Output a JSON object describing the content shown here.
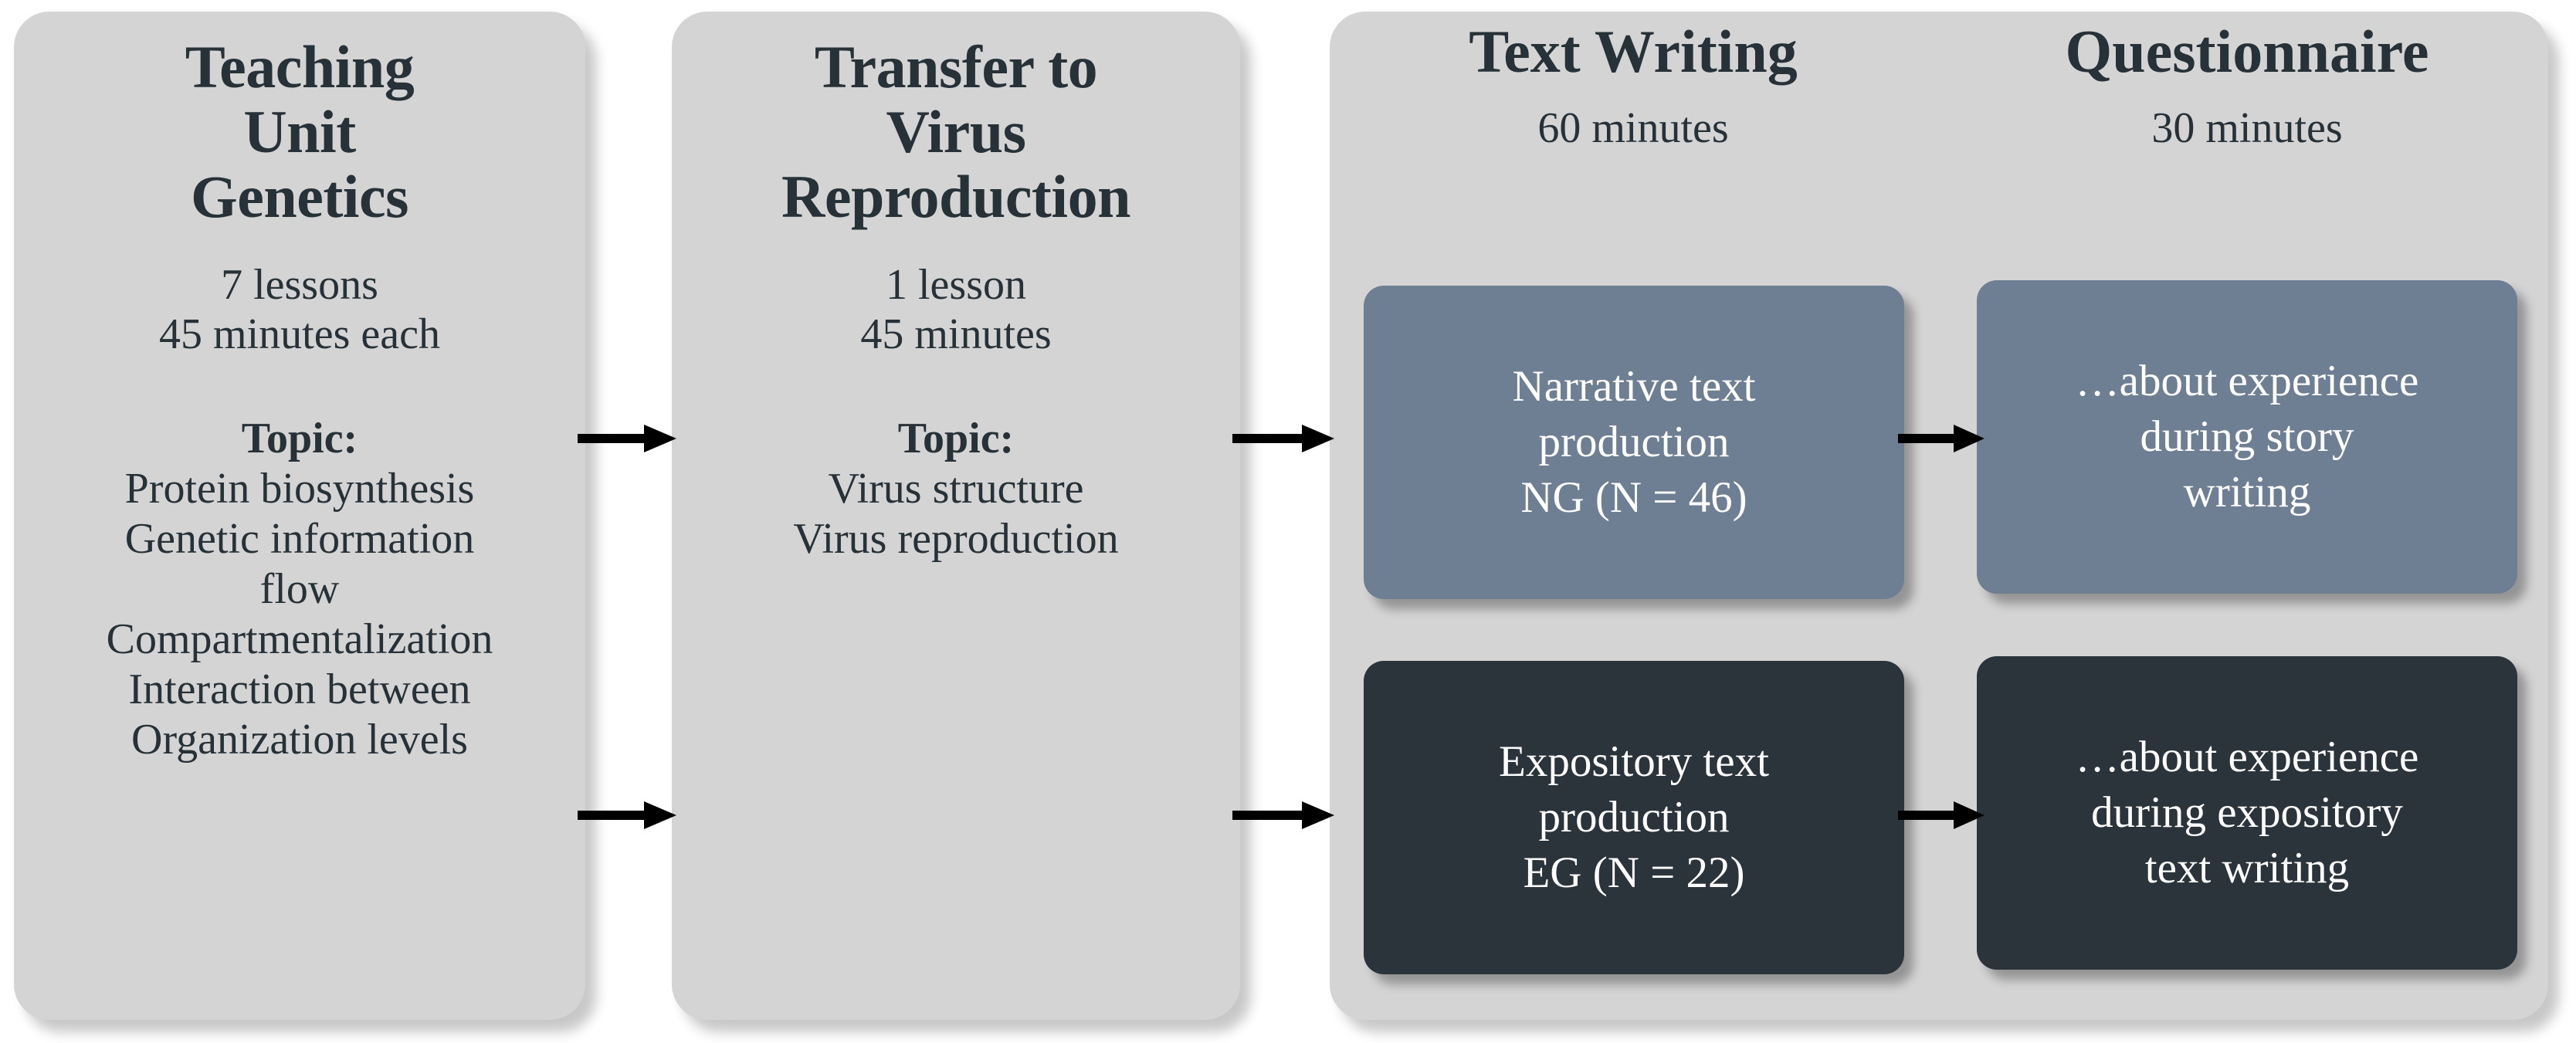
{
  "diagram": {
    "title": "Study design flowchart",
    "colors": {
      "panel_gray": "#d4d4d4",
      "narrative_blue_gray": "#6e7f93",
      "expository_dark": "#2b333b",
      "text_dark": "#263238",
      "text_light": "#ffffff",
      "arrow": "#000000"
    }
  },
  "panels": {
    "teaching": {
      "title_lines": [
        "Teaching",
        "Unit",
        "Genetics"
      ],
      "detail_lines": [
        "7 lessons",
        "45 minutes each"
      ],
      "topic_label": "Topic:",
      "topic_items": [
        "Protein biosynthesis",
        "Genetic information",
        "flow",
        "Compartmentalization",
        "Interaction between",
        "Organization levels"
      ]
    },
    "transfer": {
      "title_lines": [
        "Transfer to",
        "Virus",
        "Reproduction"
      ],
      "detail_lines": [
        "1 lesson",
        "45 minutes"
      ],
      "topic_label": "Topic:",
      "topic_items": [
        "Virus structure",
        "Virus reproduction"
      ]
    },
    "study": {
      "columns": [
        {
          "heading": "Text Writing",
          "duration": "60 minutes"
        },
        {
          "heading": "Questionnaire",
          "duration": "30 minutes"
        }
      ]
    }
  },
  "cards": {
    "narrative": {
      "lines": [
        "Narrative text",
        "production",
        "NG (N = 46)"
      ],
      "group": "NG",
      "n": 46
    },
    "questionnaire_story": {
      "lines": [
        "…about experience",
        "during story",
        "writing"
      ]
    },
    "expository": {
      "lines": [
        "Expository text",
        "production",
        "EG (N = 22)"
      ],
      "group": "EG",
      "n": 22
    },
    "questionnaire_expository": {
      "lines": [
        "…about experience",
        "during expository",
        "text writing"
      ]
    }
  },
  "arrows": [
    {
      "id": "teaching-to-transfer-top",
      "from": "teaching",
      "to": "transfer"
    },
    {
      "id": "teaching-to-transfer-bottom",
      "from": "teaching",
      "to": "transfer"
    },
    {
      "id": "transfer-to-narrative",
      "from": "transfer",
      "to": "narrative"
    },
    {
      "id": "transfer-to-expository",
      "from": "transfer",
      "to": "expository"
    },
    {
      "id": "narrative-to-questionnaire",
      "from": "narrative",
      "to": "questionnaire_story"
    },
    {
      "id": "expository-to-questionnaire",
      "from": "expository",
      "to": "questionnaire_expository"
    }
  ]
}
